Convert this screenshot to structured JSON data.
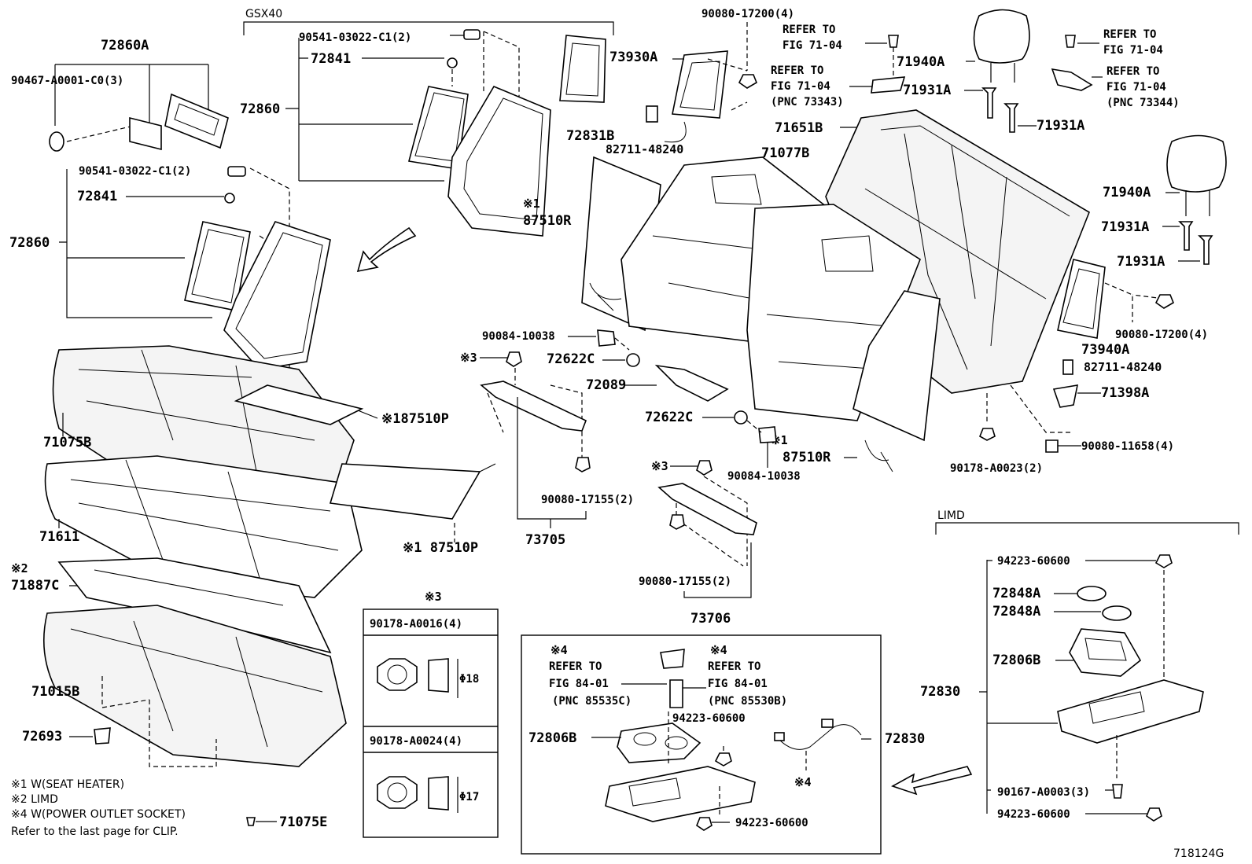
{
  "labels": {
    "gsx40": "GSX40",
    "limd": "LIMD",
    "p72860a": "72860A",
    "p90467": "90467-A0001-C0(3)",
    "p90541_top": "90541-03022-C1(2)",
    "p72841_top": "72841",
    "p72860_top": "72860",
    "p90541_mid": "90541-03022-C1(2)",
    "p72841_mid": "72841",
    "p72860_mid": "72860",
    "p73930a": "73930A",
    "p72831b": "72831B",
    "p82711_top": "82711-48240",
    "p90080_17200_top": "90080-17200(4)",
    "ref1_a": "REFER TO",
    "ref1_b": "FIG 71-04",
    "ref2_a": "REFER TO",
    "ref2_b": "FIG 71-04",
    "ref2_c": "(PNC 73343)",
    "ref3_a": "REFER TO",
    "ref3_b": "FIG 71-04",
    "ref4_a": "REFER TO",
    "ref4_b": "FIG 71-04",
    "ref4_c": "(PNC 73344)",
    "p71940a_top": "71940A",
    "p71931a_1": "71931A",
    "p71931a_2": "71931A",
    "p71651b": "71651B",
    "p71077b": "71077B",
    "p87510r_top": "87510R",
    "mark1_top": "※1",
    "p71940a_right": "71940A",
    "p71931a_3": "71931A",
    "p71931a_4": "71931A",
    "p90080_17200_right": "90080-17200(4)",
    "p73940a": "73940A",
    "p82711_right": "82711-48240",
    "p71398a": "71398A",
    "p90080_11658": "90080-11658(4)",
    "p90178_a0023": "90178-A0023(2)",
    "p90084_top": "90084-10038",
    "p72622c_top": "72622C",
    "p72089": "72089",
    "p72622c_bot": "72622C",
    "mark1_bot": "※1",
    "p87510r_bot": "87510R",
    "p90084_bot": "90084-10038",
    "mark3_a": "※3",
    "p90080_17155_a": "90080-17155(2)",
    "p73705": "73705",
    "mark3_b": "※3",
    "p90080_17155_b": "90080-17155(2)",
    "p73706": "73706",
    "p87510p_top": "※187510P",
    "p87510p_bot": "※1 87510P",
    "p71075b": "71075B",
    "p71611": "71611",
    "mark2": "※2",
    "p71887c": "71887C",
    "p71015b": "71015B",
    "p72693": "72693",
    "p71075e": "71075E",
    "clip_title": "※3",
    "clip1_name": "90178-A0016(4)",
    "clip1_dim": "Φ18",
    "clip2_name": "90178-A0024(4)",
    "clip2_dim": "Φ17",
    "inset_mark_a": "※4",
    "inset_ref_a1": "REFER TO",
    "inset_ref_a2": "FIG 84-01",
    "inset_ref_a3": "(PNC 85535C)",
    "inset_mark_b": "※4",
    "inset_ref_b1": "REFER TO",
    "inset_ref_b2": "FIG 84-01",
    "inset_ref_b3": "(PNC 85530B)",
    "inset_72806b": "72806B",
    "inset_94223_a": "94223-60600",
    "inset_94223_b": "94223-60600",
    "inset_mark_c": "※4",
    "inset_72830": "72830",
    "limd_94223_top": "94223-60600",
    "limd_72848a_1": "72848A",
    "limd_72848a_2": "72848A",
    "limd_72806b": "72806B",
    "limd_72830": "72830",
    "limd_90167": "90167-A0003(3)",
    "limd_94223_bot": "94223-60600"
  },
  "notes": {
    "n1": "※1 W(SEAT HEATER)",
    "n2": "※2 LIMD",
    "n4": "※4 W(POWER OUTLET SOCKET)",
    "clip": "Refer to the last page for CLIP."
  },
  "figure_code": "718124G"
}
